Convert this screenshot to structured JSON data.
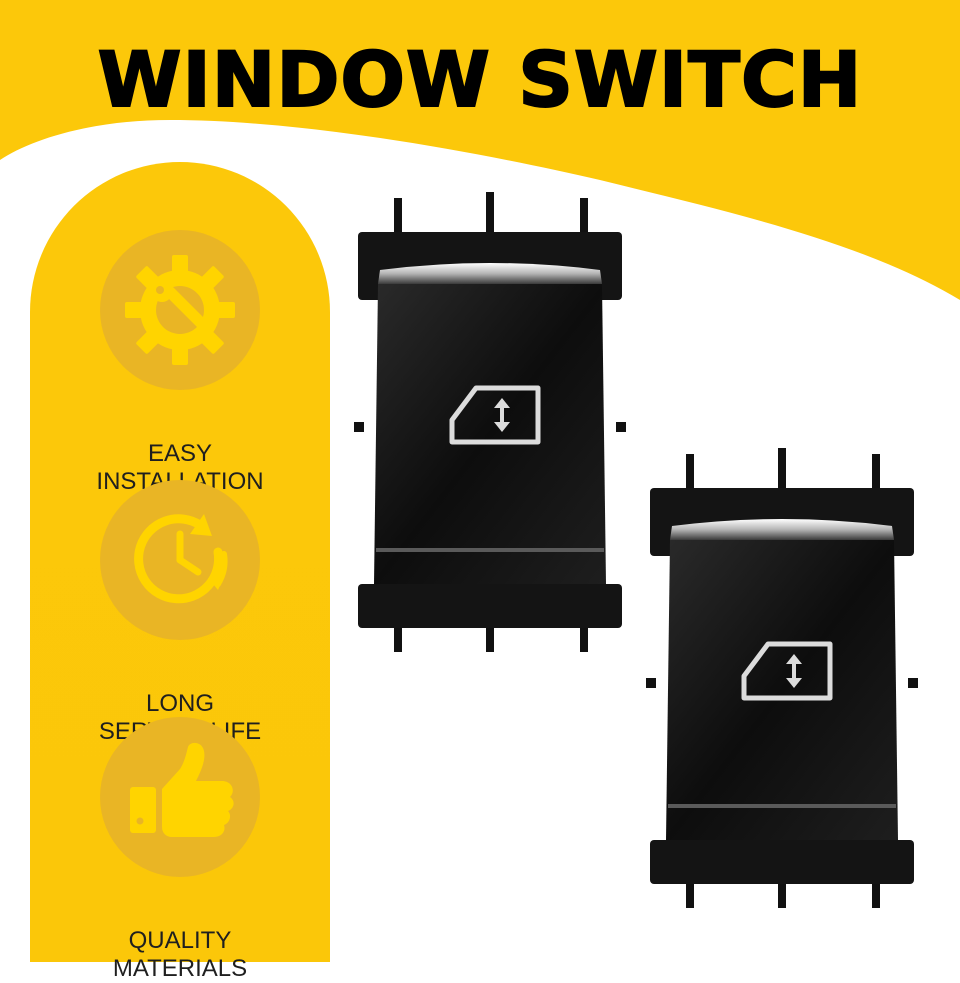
{
  "title": "WINDOW SWITCH",
  "colors": {
    "brand_yellow": "#fcc80a",
    "icon_circle": "#e9b525",
    "icon_fill": "#ffd400",
    "switch_body": "#111111"
  },
  "features": [
    {
      "icon": "gear-wrench-icon",
      "line1": "EASY",
      "line2": "INSTALLATION"
    },
    {
      "icon": "clock-refresh-icon",
      "line1": "LONG",
      "line2": "SERVICE LIFE"
    },
    {
      "icon": "thumbs-up-icon",
      "line1": "QUALITY",
      "line2": "MATERIALS"
    }
  ],
  "product": {
    "count": 2,
    "button_icon": "car-window-up-down-icon"
  }
}
